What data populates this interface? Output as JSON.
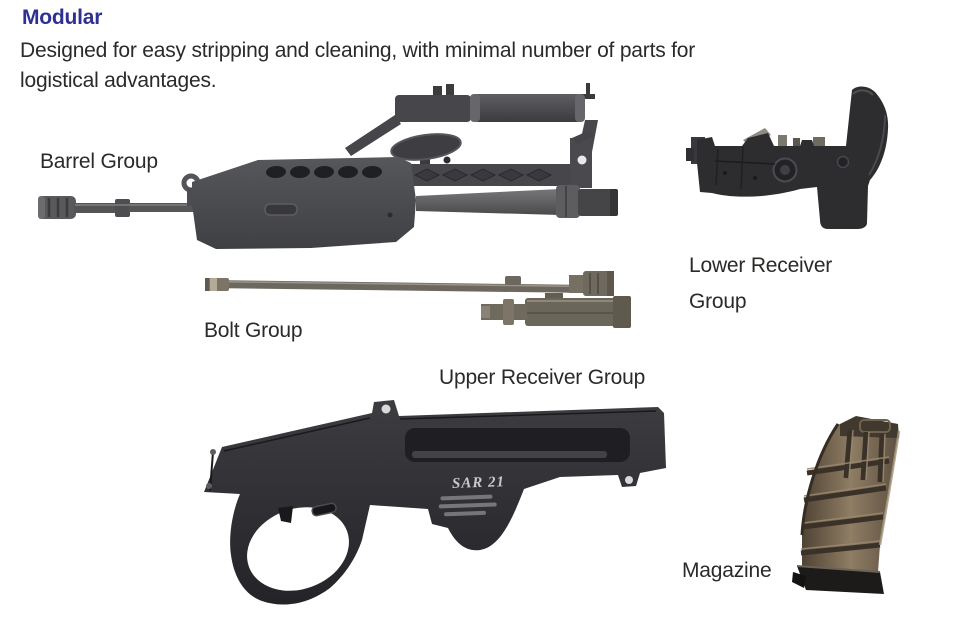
{
  "document": {
    "heading": "Modular",
    "description_lines": [
      "Designed for easy stripping and cleaning, with minimal number of parts for",
      "logistical advantages."
    ]
  },
  "parts": {
    "barrel_group": {
      "label": "Barrel Group"
    },
    "bolt_group": {
      "label": "Bolt Group"
    },
    "upper_receiver_group": {
      "label": "Upper Receiver Group"
    },
    "lower_receiver_group": {
      "label": "Lower Receiver Group"
    },
    "magazine": {
      "label": "Magazine"
    }
  },
  "engraving": {
    "model": "SAR 21"
  },
  "colors": {
    "heading_blue": "#2e3192",
    "label_text": "#2b2a28",
    "weapon_dark": "#2c2c30",
    "weapon_gray": "#4a4b4f",
    "bolt_metal": "#6d685f",
    "magazine_brown": "#8f7d64",
    "background": "#ffffff"
  }
}
